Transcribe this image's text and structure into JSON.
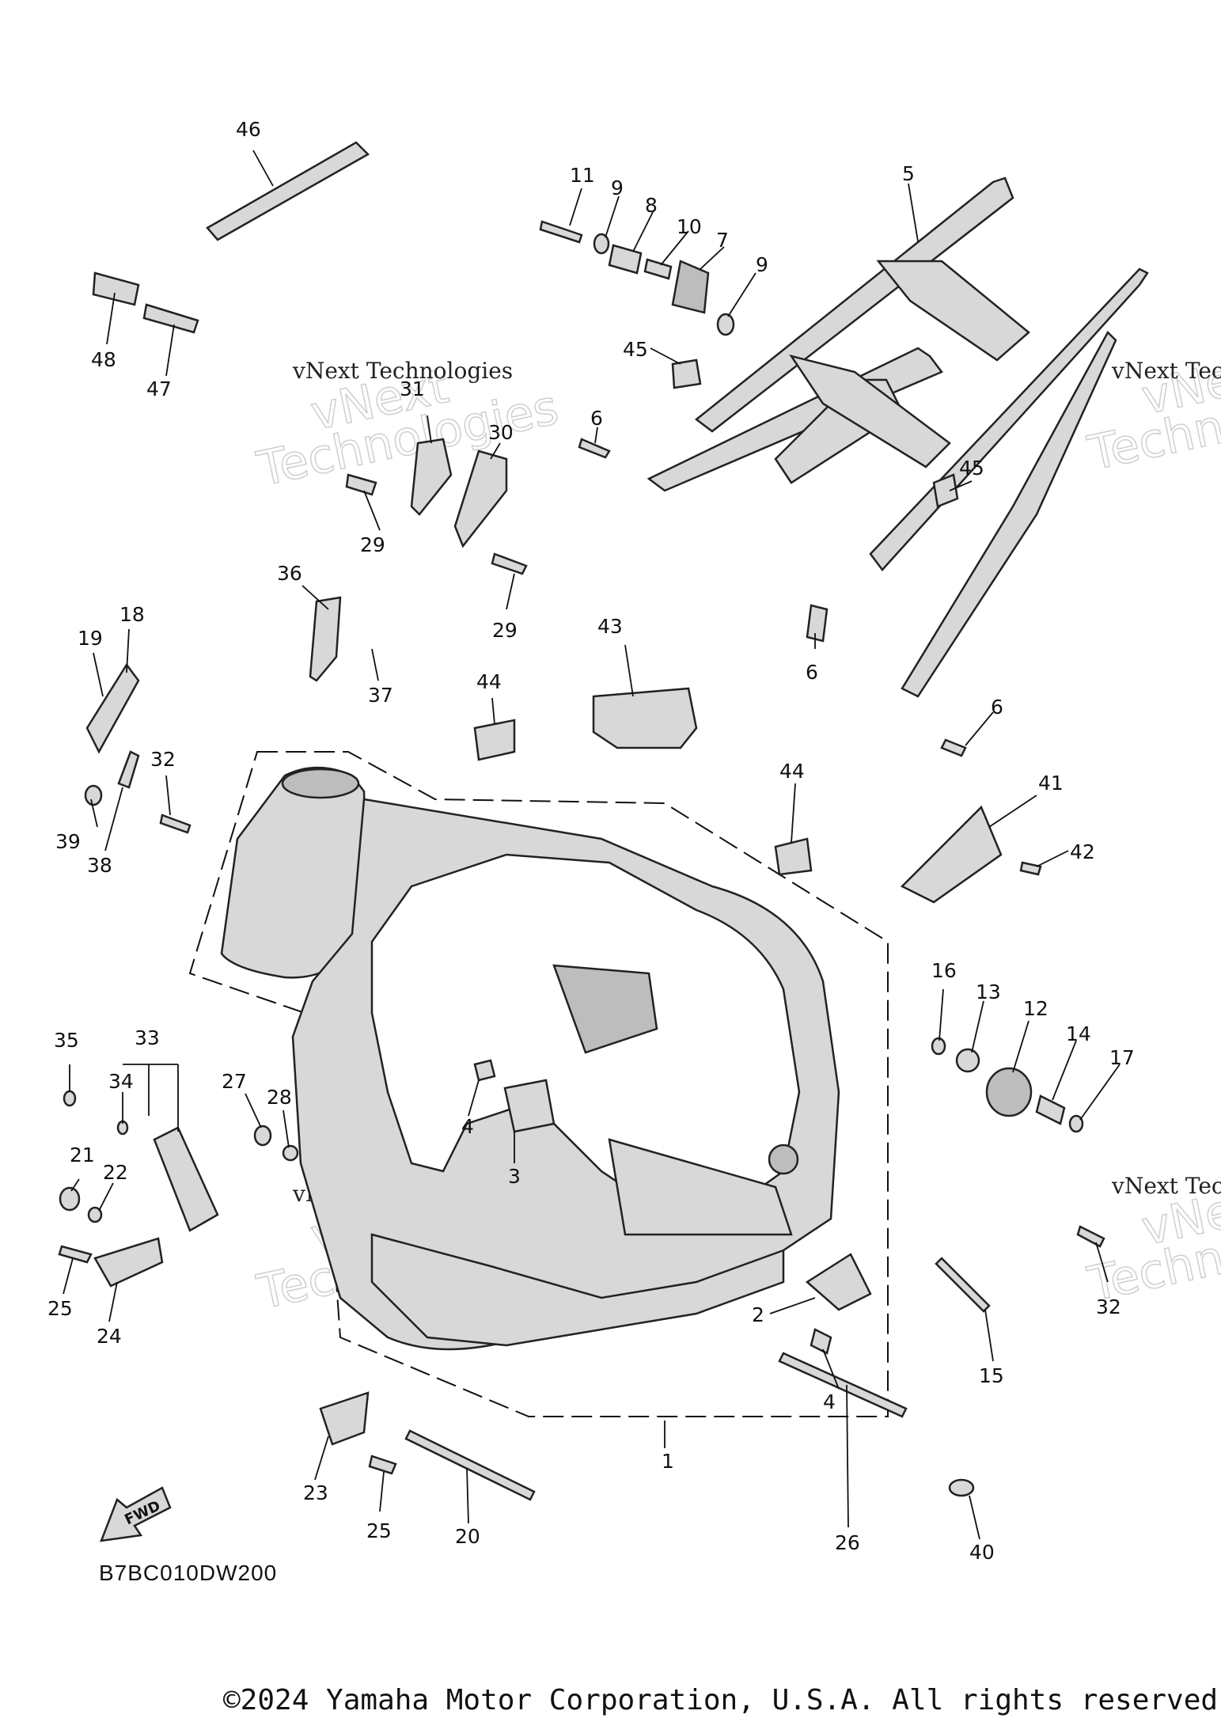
{
  "diagram": {
    "code": "B7BC010DW200",
    "copyright": "©2024 Yamaha Motor Corporation, U.S.A. All rights reserved",
    "fwd_label": "FWD",
    "watermark": {
      "line1": "vNext",
      "line2": "Technologies",
      "caption": "vNext Technologies"
    },
    "callouts": [
      {
        "id": "c1",
        "text": "1"
      },
      {
        "id": "c2",
        "text": "2"
      },
      {
        "id": "c3",
        "text": "3"
      },
      {
        "id": "c4a",
        "text": "4"
      },
      {
        "id": "c4b",
        "text": "4"
      },
      {
        "id": "c5",
        "text": "5"
      },
      {
        "id": "c6a",
        "text": "6"
      },
      {
        "id": "c6b",
        "text": "6"
      },
      {
        "id": "c6c",
        "text": "6"
      },
      {
        "id": "c7",
        "text": "7"
      },
      {
        "id": "c8",
        "text": "8"
      },
      {
        "id": "c9a",
        "text": "9"
      },
      {
        "id": "c9b",
        "text": "9"
      },
      {
        "id": "c10",
        "text": "10"
      },
      {
        "id": "c11",
        "text": "11"
      },
      {
        "id": "c12",
        "text": "12"
      },
      {
        "id": "c13",
        "text": "13"
      },
      {
        "id": "c14",
        "text": "14"
      },
      {
        "id": "c15",
        "text": "15"
      },
      {
        "id": "c16",
        "text": "16"
      },
      {
        "id": "c17",
        "text": "17"
      },
      {
        "id": "c18",
        "text": "18"
      },
      {
        "id": "c19",
        "text": "19"
      },
      {
        "id": "c20",
        "text": "20"
      },
      {
        "id": "c21",
        "text": "21"
      },
      {
        "id": "c22",
        "text": "22"
      },
      {
        "id": "c23",
        "text": "23"
      },
      {
        "id": "c24",
        "text": "24"
      },
      {
        "id": "c25a",
        "text": "25"
      },
      {
        "id": "c25b",
        "text": "25"
      },
      {
        "id": "c26",
        "text": "26"
      },
      {
        "id": "c27",
        "text": "27"
      },
      {
        "id": "c28",
        "text": "28"
      },
      {
        "id": "c29a",
        "text": "29"
      },
      {
        "id": "c29b",
        "text": "29"
      },
      {
        "id": "c30",
        "text": "30"
      },
      {
        "id": "c31",
        "text": "31"
      },
      {
        "id": "c32a",
        "text": "32"
      },
      {
        "id": "c32b",
        "text": "32"
      },
      {
        "id": "c33",
        "text": "33"
      },
      {
        "id": "c34",
        "text": "34"
      },
      {
        "id": "c35",
        "text": "35"
      },
      {
        "id": "c36",
        "text": "36"
      },
      {
        "id": "c37",
        "text": "37"
      },
      {
        "id": "c38",
        "text": "38"
      },
      {
        "id": "c39",
        "text": "39"
      },
      {
        "id": "c40",
        "text": "40"
      },
      {
        "id": "c41",
        "text": "41"
      },
      {
        "id": "c42",
        "text": "42"
      },
      {
        "id": "c43",
        "text": "43"
      },
      {
        "id": "c44a",
        "text": "44"
      },
      {
        "id": "c44b",
        "text": "44"
      },
      {
        "id": "c45a",
        "text": "45"
      },
      {
        "id": "c45b",
        "text": "45"
      },
      {
        "id": "c46",
        "text": "46"
      },
      {
        "id": "c47",
        "text": "47"
      },
      {
        "id": "c48",
        "text": "48"
      }
    ]
  }
}
